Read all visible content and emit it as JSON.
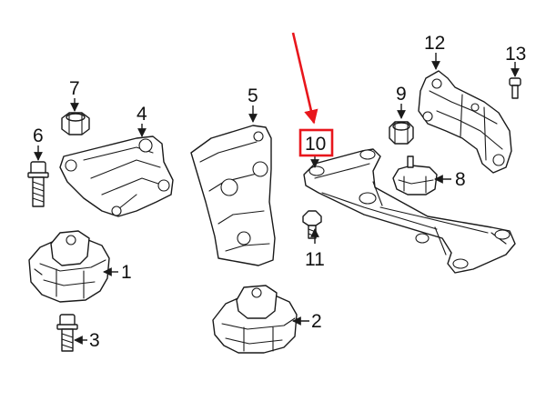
{
  "colors": {
    "highlight": "#e8161c",
    "line": "#1a1a1a",
    "background": "#ffffff"
  },
  "callouts": [
    {
      "id": "c1",
      "label": "1"
    },
    {
      "id": "c2",
      "label": "2"
    },
    {
      "id": "c3",
      "label": "3"
    },
    {
      "id": "c4",
      "label": "4"
    },
    {
      "id": "c5",
      "label": "5"
    },
    {
      "id": "c6",
      "label": "6"
    },
    {
      "id": "c7",
      "label": "7"
    },
    {
      "id": "c8",
      "label": "8"
    },
    {
      "id": "c9",
      "label": "9"
    },
    {
      "id": "c10",
      "label": "10",
      "highlighted": true
    },
    {
      "id": "c11",
      "label": "11"
    },
    {
      "id": "c12",
      "label": "12"
    },
    {
      "id": "c13",
      "label": "13"
    }
  ]
}
